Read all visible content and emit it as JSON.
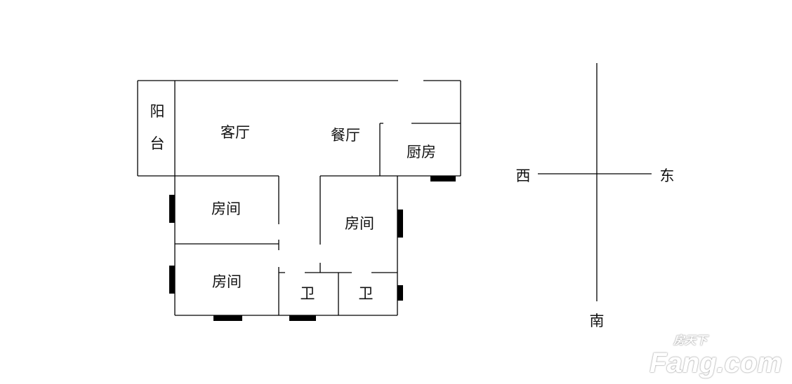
{
  "rooms": {
    "balcony_1": "阳",
    "balcony_2": "台",
    "living_room": "客厅",
    "dining_room": "餐厅",
    "kitchen": "厨房",
    "bedroom_nw": "房间",
    "bedroom_e": "房间",
    "bedroom_sw": "房间",
    "bath_1": "卫",
    "bath_2": "卫"
  },
  "compass": {
    "west": "西",
    "east": "东",
    "south": "南"
  },
  "watermark": {
    "brand": "Fang.com",
    "chinese": "房天下"
  },
  "colors": {
    "wall": "#000000",
    "window": "#000000",
    "background": "#ffffff"
  }
}
